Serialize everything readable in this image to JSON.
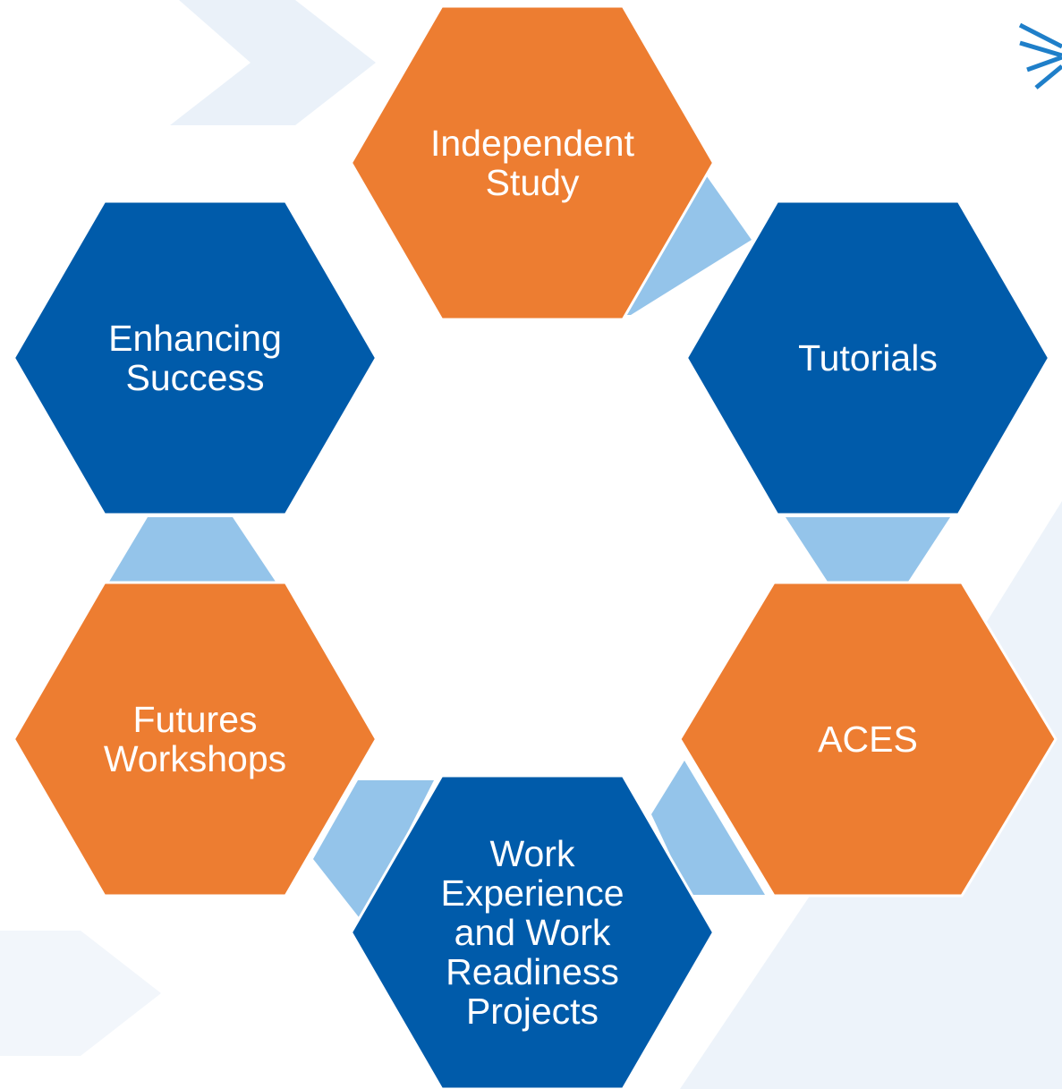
{
  "colors": {
    "orange": "#ED7D31",
    "blue": "#005BAA",
    "connector": "#94C4EA",
    "background_shape": "#E8F0F9",
    "text": "#FFFFFF"
  },
  "nodes": [
    {
      "id": "independent-study",
      "lines": [
        "Independent",
        "Study"
      ],
      "color": "orange"
    },
    {
      "id": "tutorials",
      "lines": [
        "Tutorials"
      ],
      "color": "blue"
    },
    {
      "id": "aces",
      "lines": [
        "ACES"
      ],
      "color": "orange"
    },
    {
      "id": "work-experience",
      "lines": [
        "Work",
        "Experience",
        "and Work",
        "Readiness",
        "Projects"
      ],
      "color": "blue"
    },
    {
      "id": "futures-workshops",
      "lines": [
        "Futures",
        "Workshops"
      ],
      "color": "orange"
    },
    {
      "id": "enhancing-success",
      "lines": [
        "Enhancing",
        "Success"
      ],
      "color": "blue"
    }
  ]
}
